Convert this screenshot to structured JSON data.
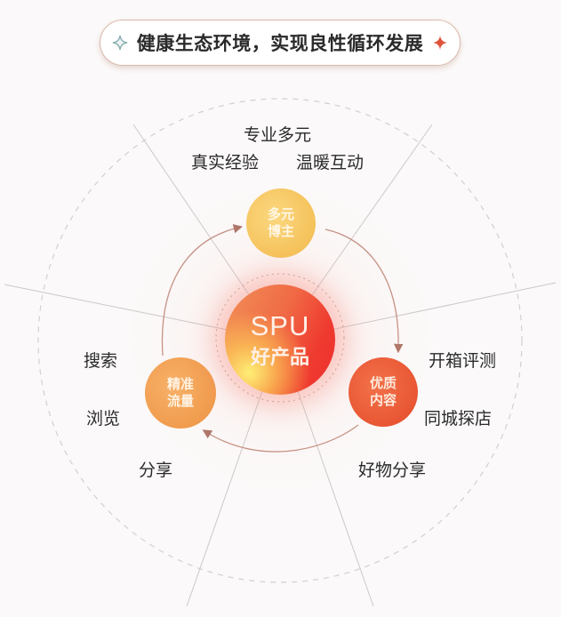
{
  "header": {
    "title": "健康生态环境，实现良性循环发展",
    "left_icon": "sparkle-outline-icon",
    "right_icon": "sparkle-filled-icon",
    "colors": {
      "left_sparkle": "#8fb5b8",
      "right_sparkle": "#e0533c",
      "border": "#d9b9ac"
    }
  },
  "center": {
    "title": "SPU",
    "subtitle": "好产品",
    "color": "#ef3b30"
  },
  "nodes": [
    {
      "id": "blogger",
      "line1": "多元",
      "line2": "博主",
      "color": "#f5c25b"
    },
    {
      "id": "content",
      "line1": "优质",
      "line2": "内容",
      "color": "#e85432"
    },
    {
      "id": "traffic",
      "line1": "精准",
      "line2": "流量",
      "color": "#f09a4c"
    }
  ],
  "labels": {
    "blogger": [
      "专业多元",
      "真实经验",
      "温暖互动"
    ],
    "content": [
      "开箱评测",
      "同城探店",
      "好物分享"
    ],
    "traffic": [
      "搜索",
      "浏览",
      "分享"
    ]
  },
  "cycle": {
    "direction": "clockwise",
    "arrows": [
      "traffic → blogger",
      "blogger → content",
      "content → traffic"
    ]
  }
}
